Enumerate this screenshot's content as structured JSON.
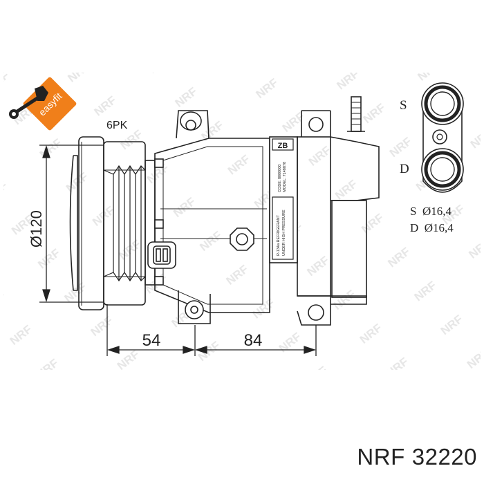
{
  "logo": {
    "text": "easyfit",
    "badge_color": "#f07f1a"
  },
  "watermark": {
    "text": "NRF"
  },
  "labels": {
    "belt": "6PK",
    "diameter": "Ø120",
    "dim_left": "54",
    "dim_right": "84",
    "plate": "ZB",
    "port_s": "S",
    "port_d": "D",
    "spec_s": "S  Ø16,4",
    "spec_d": "D  Ø16,4"
  },
  "nameplate": {
    "line1": "CODE: 8000000",
    "line2": "MODEL: 7148878",
    "line3": "R-134a REFRIGERANT",
    "line4": "UNDER HIGH PRESSURE"
  },
  "caption": {
    "brand": "NRF",
    "part_number": "32220"
  }
}
